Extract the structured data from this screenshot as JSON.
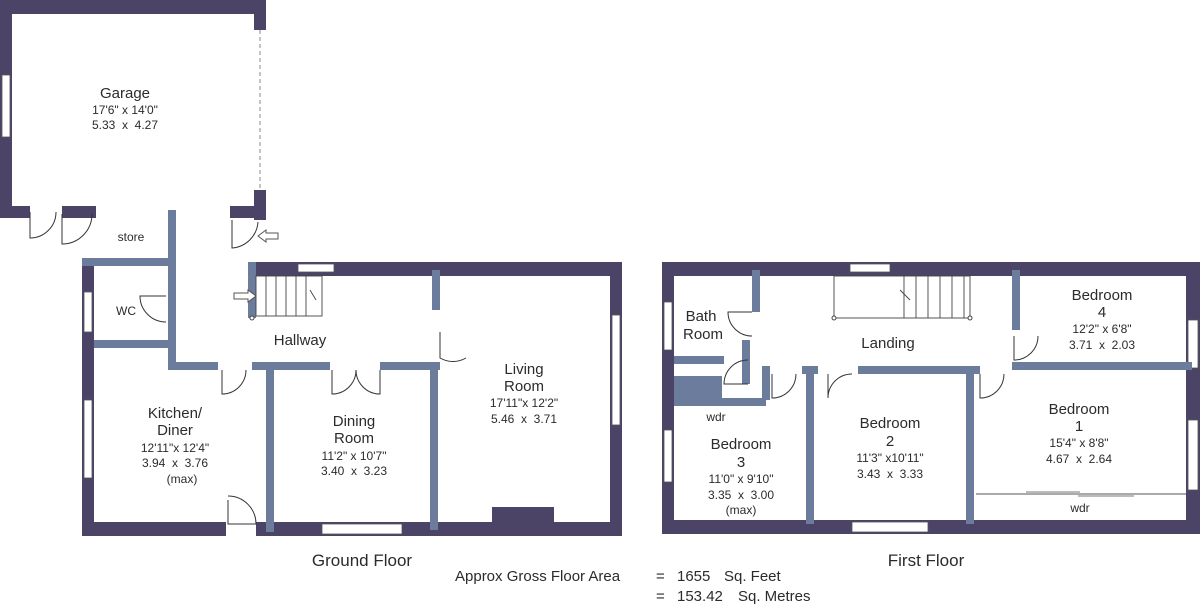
{
  "floors": {
    "ground": "Ground Floor",
    "first": "First Floor"
  },
  "rooms": {
    "garage": {
      "name": "Garage",
      "dim_imperial": "17'6\" x 14'0\"",
      "dim_metric": "5.33  x  4.27"
    },
    "store": {
      "name": "store"
    },
    "wc": {
      "name": "WC"
    },
    "hallway": {
      "name": "Hallway"
    },
    "kitchen": {
      "name_line1": "Kitchen/",
      "name_line2": "Diner",
      "dim_imperial": "12'11\"x 12'4\"",
      "dim_metric": "3.94  x  3.76",
      "note": "(max)"
    },
    "dining": {
      "name_line1": "Dining",
      "name_line2": "Room",
      "dim_imperial": "11'2\" x 10'7\"",
      "dim_metric": "3.40  x  3.23"
    },
    "living": {
      "name_line1": "Living",
      "name_line2": "Room",
      "dim_imperial": "17'11\"x 12'2\"",
      "dim_metric": "5.46  x  3.71"
    },
    "bathroom": {
      "name_line1": "Bath",
      "name_line2": "Room"
    },
    "landing": {
      "name": "Landing"
    },
    "bedroom4": {
      "name_line1": "Bedroom",
      "name_line2": "4",
      "dim_imperial": "12'2\" x 6'8\"",
      "dim_metric": "3.71  x  2.03"
    },
    "bedroom3": {
      "name_line1": "Bedroom",
      "name_line2": "3",
      "dim_imperial": "11'0\" x 9'10\"",
      "dim_metric": "3.35  x  3.00",
      "note": "(max)",
      "wardrobe": "wdr"
    },
    "bedroom2": {
      "name_line1": "Bedroom",
      "name_line2": "2",
      "dim_imperial": "11'3\" x10'11\"",
      "dim_metric": "3.43  x  3.33"
    },
    "bedroom1": {
      "name_line1": "Bedroom",
      "name_line2": "1",
      "dim_imperial": "15'4\" x 8'8\"",
      "dim_metric": "4.67  x  2.64",
      "wardrobe": "wdr"
    }
  },
  "area": {
    "label": "Approx Gross Floor Area",
    "eq": "=",
    "feet_value": "1655",
    "feet_unit": "Sq. Feet",
    "metres_value": "153.42",
    "metres_unit": "Sq. Metres"
  },
  "colors": {
    "external_wall": "#4c4466",
    "internal_wall": "#6c7c9c"
  }
}
